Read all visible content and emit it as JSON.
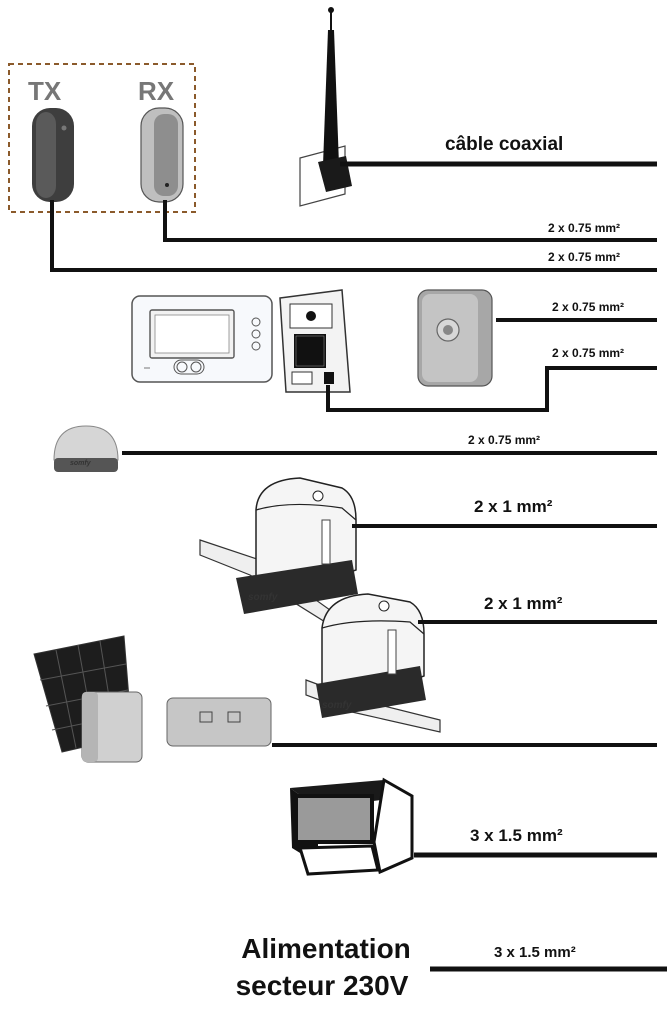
{
  "labels": {
    "tx": "TX",
    "rx": "RX",
    "coax": "câble coaxial",
    "cable_rx": "2 x 0.75 mm²",
    "cable_tx": "2 x 0.75 mm²",
    "cable_camera": "2 x 0.75 mm²",
    "cable_interphone": "2 x 0.75 mm²",
    "cable_lamp": "2 x 0.75 mm²",
    "cable_motor1": "2 x 1 mm²",
    "cable_motor2": "2 x 1 mm²",
    "cable_power_1": "3 x 1.5 mm²",
    "cable_power_2": "3 x 1.5 mm²",
    "power_line1": "Alimentation",
    "power_line2": "secteur 230V"
  },
  "brand": "somfy",
  "colors": {
    "line": "#111111",
    "frame": "#8b5a2b",
    "device": "#9a9a9a",
    "dark_device": "#4a4a4a"
  }
}
